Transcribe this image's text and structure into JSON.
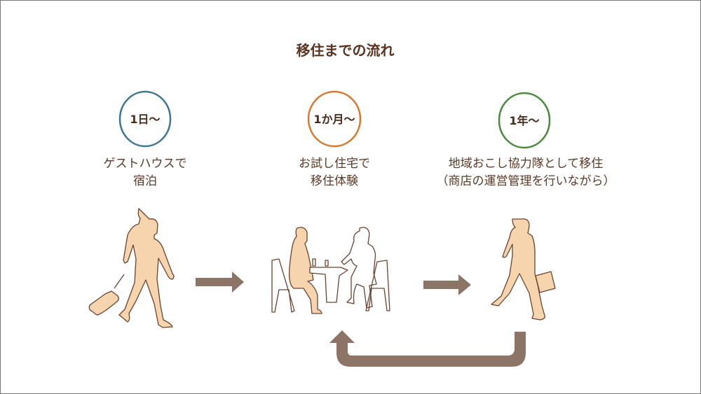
{
  "title": "移住までの流れ",
  "stages": [
    {
      "label": "1日〜",
      "color": "#3d7593",
      "description": [
        "ゲストハウスで",
        "宿泊"
      ]
    },
    {
      "label": "1か月〜",
      "color": "#d6772e",
      "description": [
        "お試し住宅で",
        "移住体験"
      ]
    },
    {
      "label": "1年〜",
      "color": "#4a8a3c",
      "description": [
        "地域おこし協力隊として移住",
        "（商店の運営管理を行いながら）"
      ]
    }
  ],
  "colors": {
    "arrow": "#8c7567",
    "figure_fill": "#f6d4ae",
    "figure_outline": "#6a4330"
  }
}
